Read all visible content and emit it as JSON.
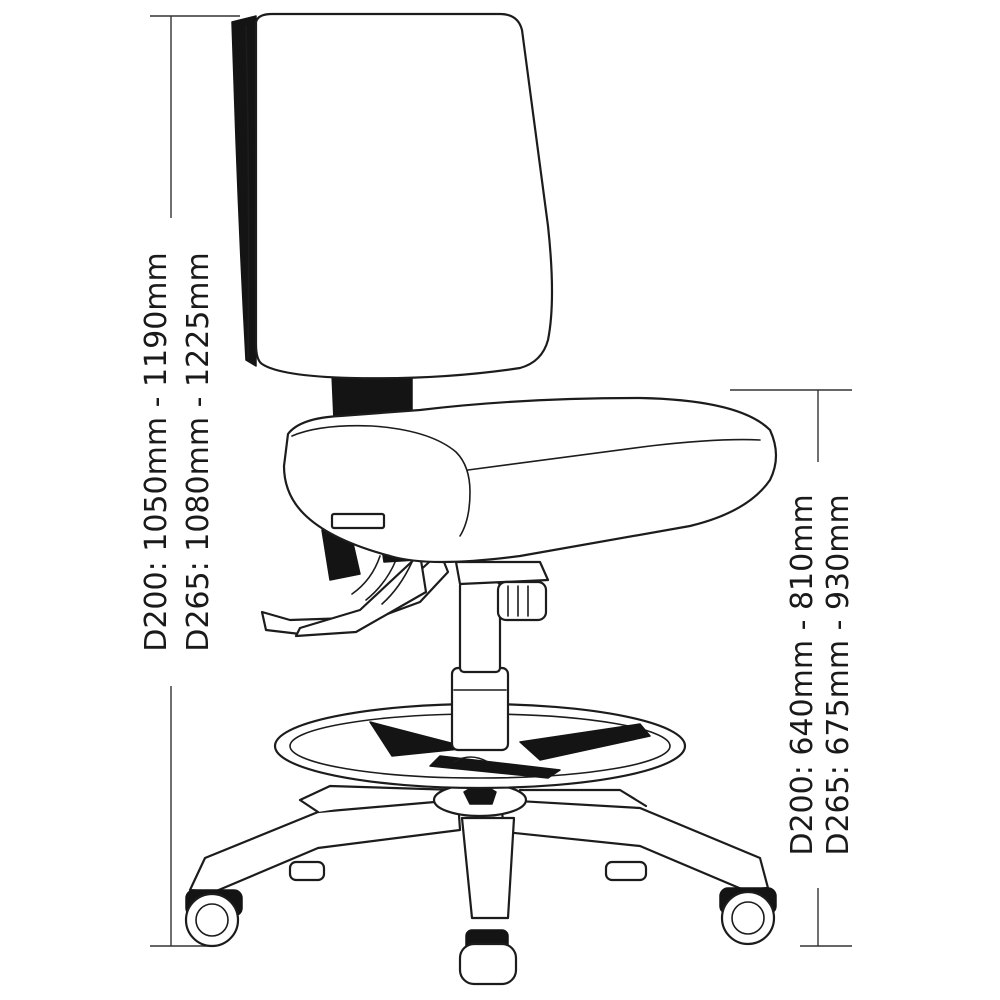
{
  "figure": {
    "subject": "drafting-chair-line-drawing",
    "colors": {
      "ink": "#1c1c1c",
      "background": "#ffffff"
    }
  },
  "dimensions": {
    "overall_height": {
      "line1": "D200: 1050mm - 1190mm",
      "line2": "D265: 1080mm - 1225mm"
    },
    "seat_height": {
      "line1": "D200: 640mm - 810mm",
      "line2": "D265: 675mm - 930mm"
    }
  }
}
